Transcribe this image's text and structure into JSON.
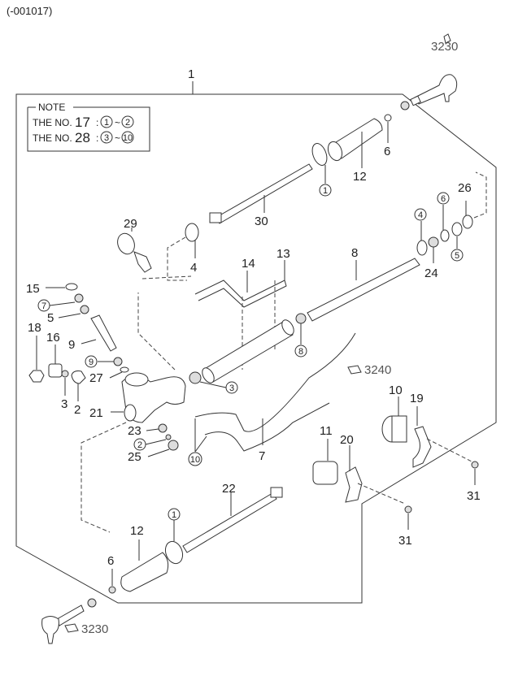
{
  "header": {
    "code": "(-001017)"
  },
  "note": {
    "title": "NOTE",
    "rows": [
      {
        "prefix": "THE NO.",
        "number": "17",
        "colon": ":",
        "from": "1",
        "tilde": "~",
        "to": "2"
      },
      {
        "prefix": "THE NO.",
        "number": "28",
        "colon": ":",
        "from": "3",
        "tilde": "~",
        "to": "10"
      }
    ]
  },
  "assembly_label": "1",
  "references": {
    "tie_rod_end_top": "3230",
    "tie_rod_end_bottom": "3230",
    "pressure_hose": "3240"
  },
  "labels": {
    "p2a": "2",
    "p2b": "2",
    "p3": "3",
    "p4a": "4",
    "p5": "5",
    "p6a": "6",
    "p6b": "6",
    "p7": "7",
    "p8": "8",
    "p9": "9",
    "p10": "10",
    "p11": "11",
    "p12a": "12",
    "p12b": "12",
    "p13": "13",
    "p14": "14",
    "p15": "15",
    "p16": "16",
    "p18": "18",
    "p19": "19",
    "p20": "20",
    "p21": "21",
    "p22": "22",
    "p23": "23",
    "p24": "24",
    "p25": "25",
    "p26": "26",
    "p27": "27",
    "p29": "29",
    "p30": "30",
    "p31a": "31",
    "p31b": "31"
  },
  "circled_labels": {
    "c1a": "1",
    "c1b": "1",
    "c2": "2",
    "c3": "3",
    "c4": "4",
    "c5a": "5",
    "c6": "6",
    "c7": "7",
    "c8": "8",
    "c9": "9",
    "c10": "10"
  }
}
